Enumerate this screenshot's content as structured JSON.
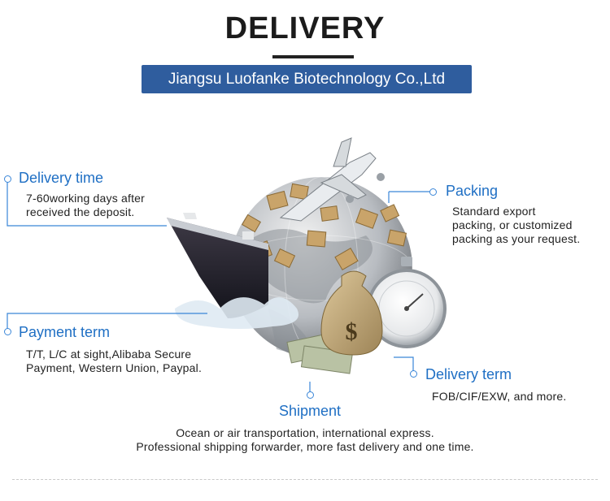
{
  "title": "DELIVERY",
  "company": "Jiangsu Luofanke Biotechnology Co.,Ltd",
  "sections": {
    "delivery_time": {
      "label": "Delivery time",
      "lines": [
        "7-60working days after",
        "received the deposit."
      ]
    },
    "packing": {
      "label": "Packing",
      "lines": [
        "Standard export",
        "packing, or customized",
        "packing as your request."
      ]
    },
    "payment_term": {
      "label": "Payment term",
      "lines": [
        "T/T, L/C at sight,Alibaba Secure",
        "Payment, Western Union, Paypal."
      ]
    },
    "delivery_term": {
      "label": "Delivery term",
      "lines": [
        "FOB/CIF/EXW, and more."
      ]
    },
    "shipment": {
      "label": "Shipment",
      "lines": [
        "Ocean or air transportation, international express.",
        "Professional shipping forwarder, more fast delivery and one time."
      ]
    }
  },
  "colors": {
    "accent": "#1f6fc4",
    "banner": "#2f5d9e",
    "title": "#1b1b1b"
  },
  "illustration": {
    "icons": [
      "ship-icon",
      "globe-icon",
      "airplane-icon",
      "money-bag-icon",
      "stopwatch-icon",
      "box-icon"
    ]
  }
}
